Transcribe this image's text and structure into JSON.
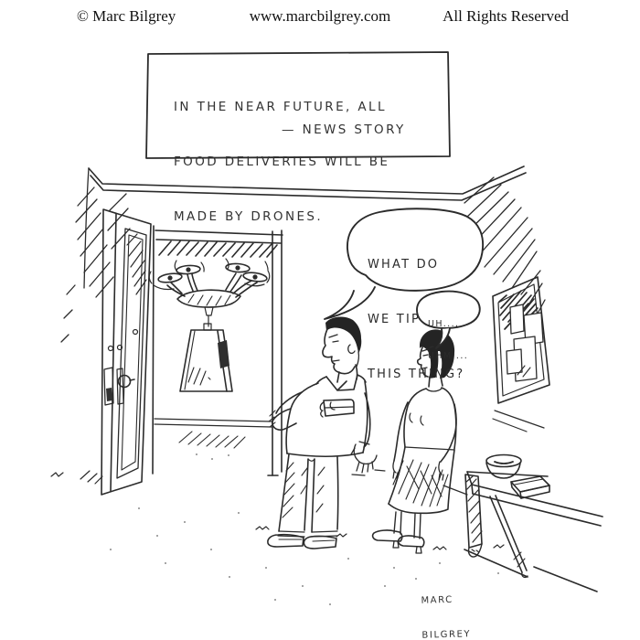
{
  "header": {
    "copyright": "© Marc Bilgrey",
    "website": "www.marcbilgrey.com",
    "rights": "All Rights Reserved"
  },
  "caption": {
    "lines": [
      "IN THE NEAR FUTURE, ALL",
      "FOOD DELIVERIES WILL BE",
      "MADE BY DRONES."
    ],
    "attribution": "— NEWS STORY"
  },
  "speech": {
    "man_bubble": {
      "lines": [
        "WHAT DO",
        "WE TIP",
        "THIS THING?"
      ]
    },
    "woman_bubble": {
      "lines": [
        "UH....",
        "UHM...."
      ]
    }
  },
  "signature": {
    "lines": [
      "MARC",
      "BILGREY"
    ]
  },
  "colors": {
    "ink": "#2b2b2b",
    "paper": "#ffffff"
  }
}
